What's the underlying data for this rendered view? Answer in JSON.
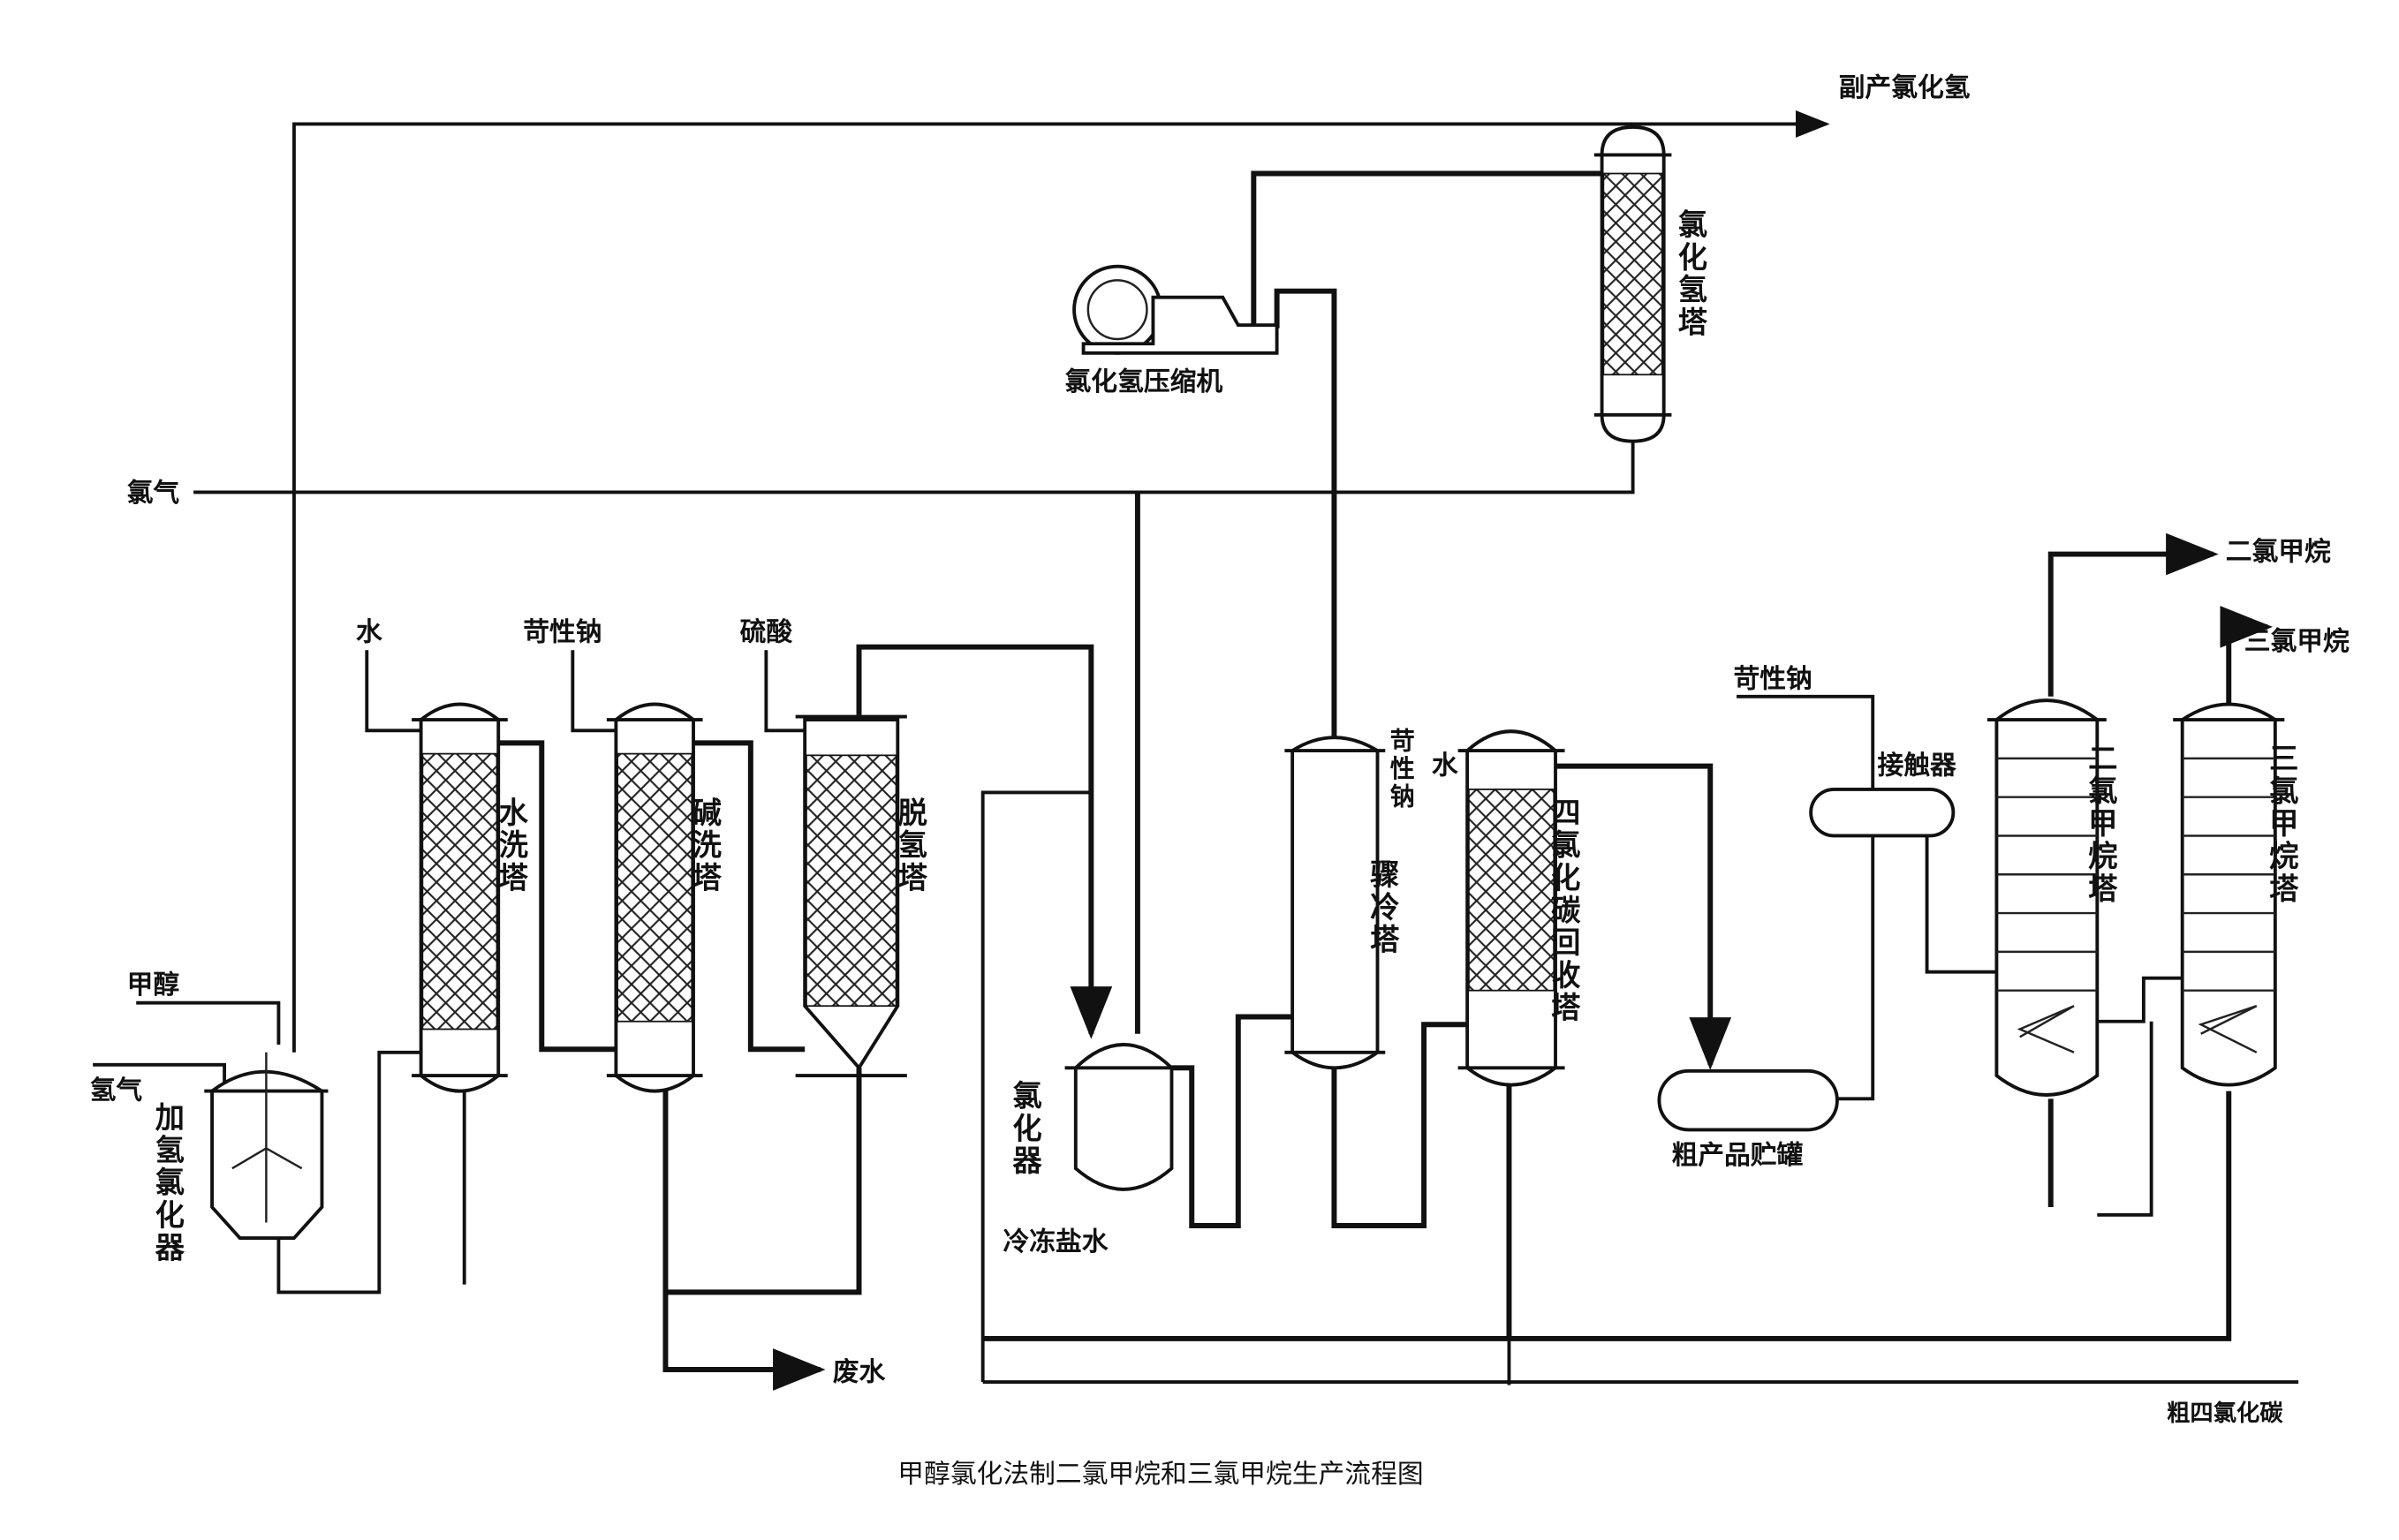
{
  "streams": {
    "byproduct_hcl": "副产氯化氢",
    "chlorine": "氯气",
    "methanol": "甲醇",
    "hydrogen": "氢气",
    "water": "水",
    "caustic_soda": "苛性钠",
    "sulfuric_acid": "硫酸",
    "quench_caustic": "苛性钠",
    "quench_water": "水",
    "contactor_caustic": "苛性钠",
    "brine": "冷冻盐水",
    "waste_water": "废水",
    "dcm_product": "二氯甲烷",
    "tcm_product": "三氯甲烷",
    "crude_ccl4": "粗四氯化碳"
  },
  "equipment": {
    "hcl_tower": "氯化氢塔",
    "hcl_compressor": "氯化氢压缩机",
    "hydrochlorinator": "加氢氯化器",
    "water_wash": "水洗塔",
    "alkali_wash": "碱洗塔",
    "dehydro_tower": "脱氢塔",
    "chlorinator": "氯化器",
    "quench_tower": "骤冷塔",
    "ccl4_recovery": "四氯化碳回收塔",
    "contactor": "接触器",
    "crude_tank": "粗产品贮罐",
    "dcm_column": "二氯甲烷塔",
    "tcm_column": "三氯甲烷塔"
  },
  "caption": "甲醇氯化法制二氯甲烷和三氯甲烷生产流程图"
}
